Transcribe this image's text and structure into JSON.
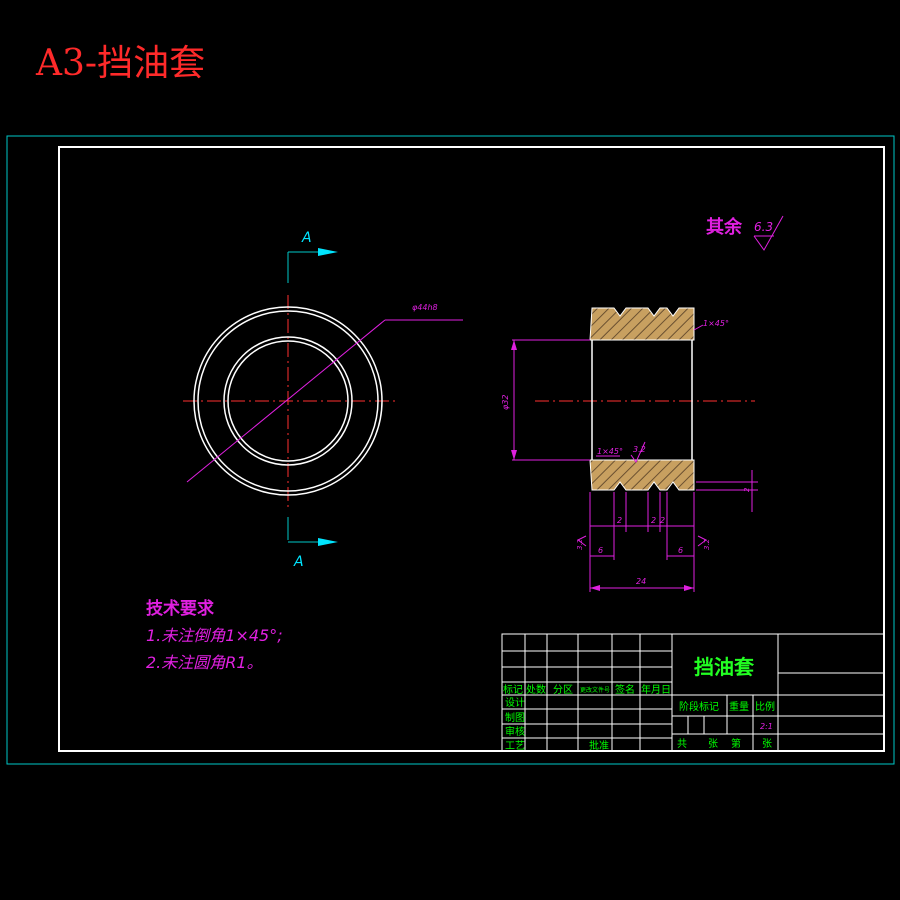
{
  "header": {
    "title": "A3-挡油套"
  },
  "colors": {
    "title_red": "#ff2a2a",
    "frame_cyan": "#00c8c8",
    "outline_white": "#ffffff",
    "center_red": "#ff3030",
    "dimension_magenta": "#e020e0",
    "arrow_cyan": "#00e5ff",
    "table_green": "#00ff00",
    "part_name_green": "#22ff22",
    "hatch_tan": "#c8a060"
  },
  "section": {
    "cut_label_top": "A",
    "cut_label_bottom": "A"
  },
  "front_view": {
    "diameter_callout": "φ44h8"
  },
  "side_view": {
    "chamfer_top": "1×45°",
    "chamfer_bottom": "1×45°",
    "bore_dim": "φ32",
    "roughness_inner": "3.2",
    "dim_groove_1": "2",
    "dim_groove_2": "2",
    "dim_groove_3": "2",
    "dim_offset_left": "6",
    "dim_offset_right": "6",
    "dim_total_length": "24",
    "dim_depth_right": "2",
    "roughness_left": "3.2",
    "roughness_right": "3.2"
  },
  "surface_finish": {
    "label": "其余",
    "value": "6.3"
  },
  "tech_requirements": {
    "heading": "技术要求",
    "item1": "1.未注倒角1×45°;",
    "item2": "2.未注圆角R1。"
  },
  "title_block": {
    "part_name": "挡油套",
    "col_mark": "标记",
    "col_count": "处数",
    "col_zone": "分区",
    "col_doc": "更改文件号",
    "col_sign": "签名",
    "col_date": "年月日",
    "row_design": "设计",
    "row_draw": "制图",
    "row_check": "审核",
    "row_process": "工艺",
    "approve": "批准",
    "stage_mark": "阶段标记",
    "weight": "重量",
    "scale": "比例",
    "scale_value": "2:1",
    "total": "共",
    "sheet_unit": "张",
    "sheet_no": "第",
    "sheet_unit2": "张"
  }
}
